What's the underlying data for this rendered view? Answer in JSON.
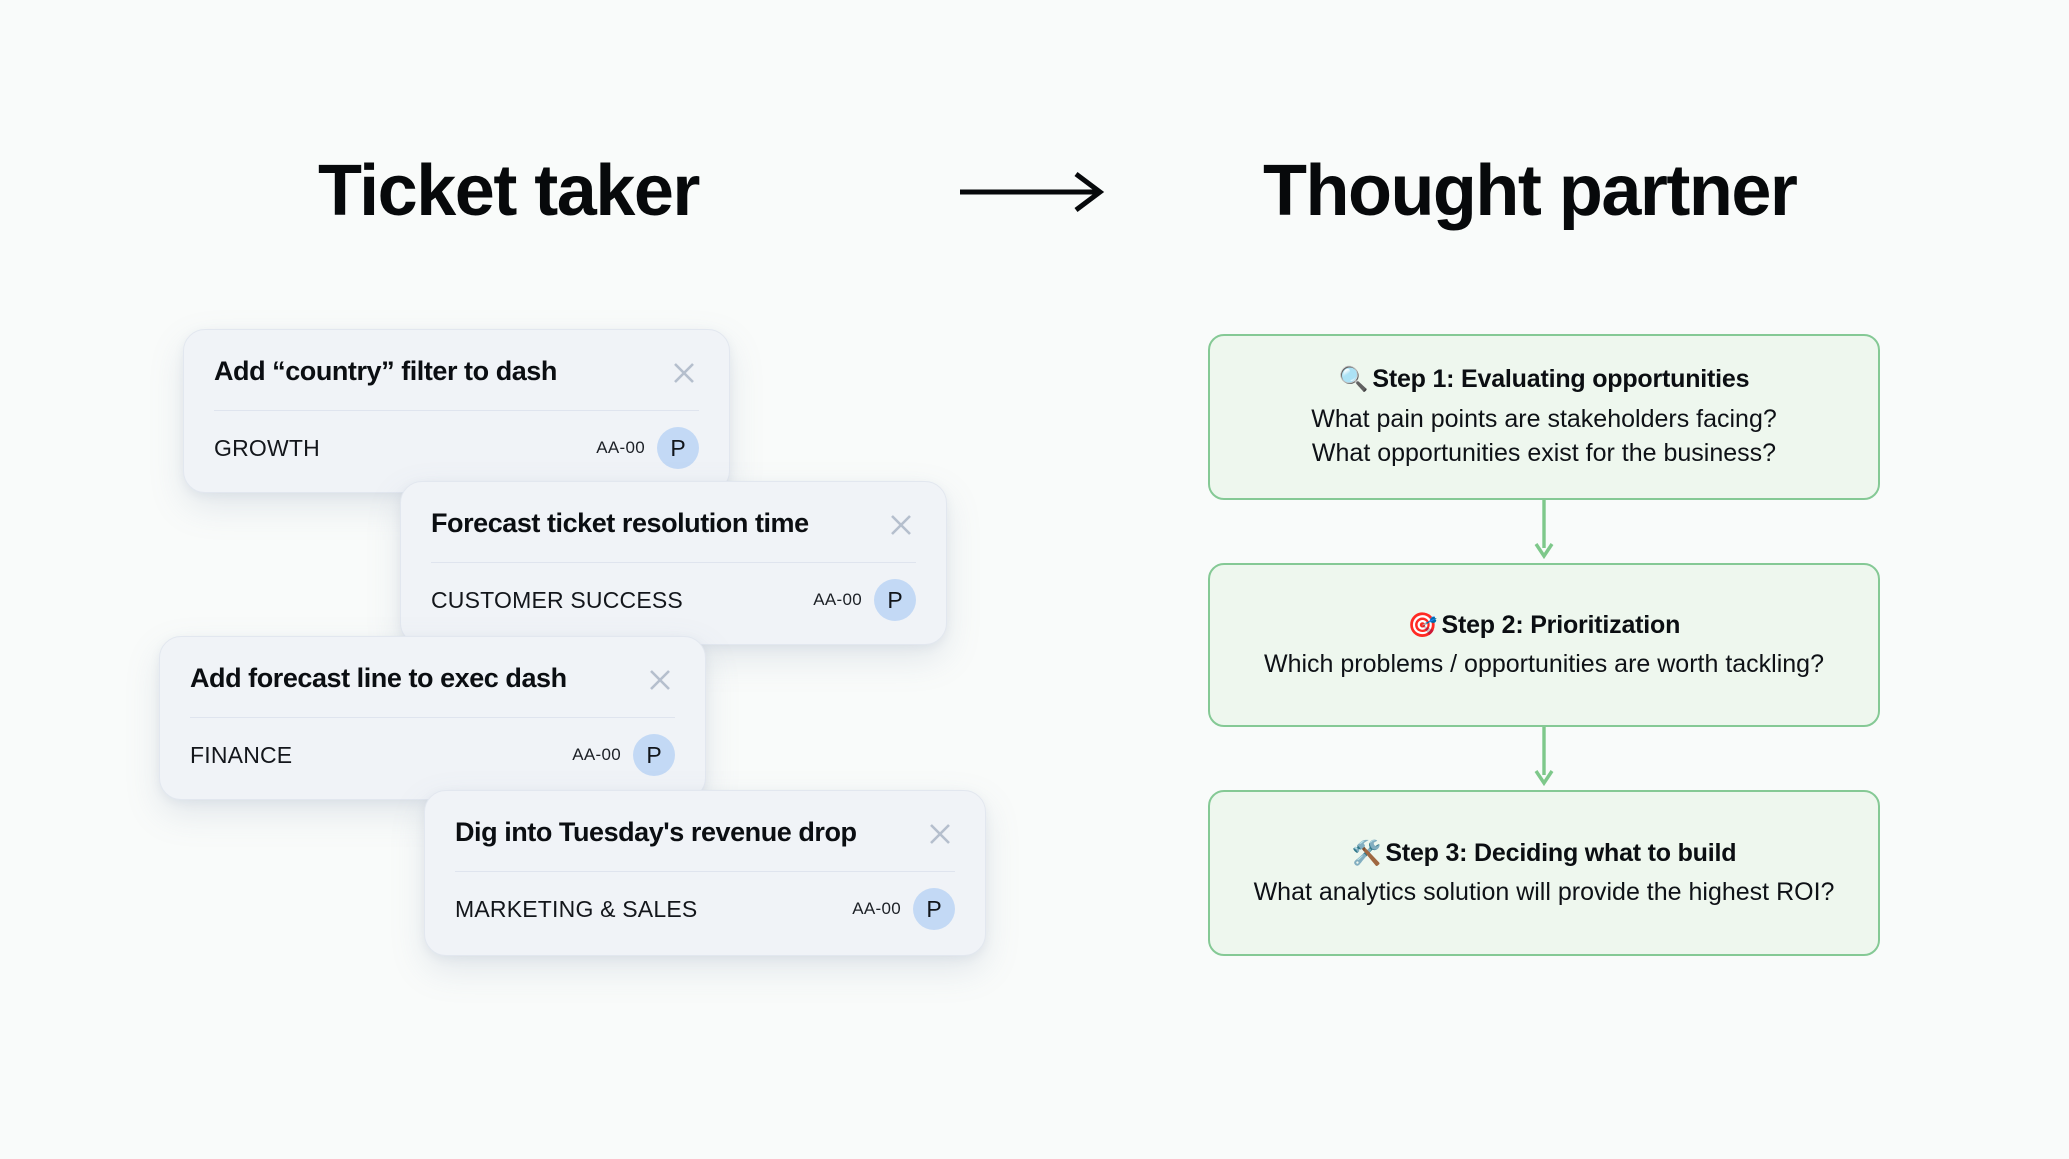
{
  "headings": {
    "left": "Ticket taker",
    "right": "Thought partner",
    "arrow_icon": "long-right-arrow-icon"
  },
  "colors": {
    "page_background": "#f9fbfa",
    "card_background": "#f0f3f7",
    "card_border": "#e2e7ef",
    "card_divider": "#dfe4ee",
    "avatar_background": "#c3d9f5",
    "step_background": "#eef7ee",
    "step_border": "#85c995",
    "connector_arrow": "#7ec88a",
    "heading_text": "#07090b"
  },
  "tickets": [
    {
      "title": "Add “country” filter to dash",
      "team": "GROWTH",
      "code": "AA-00",
      "avatar": "P",
      "close_icon": "close-icon"
    },
    {
      "title": "Forecast ticket resolution time",
      "team": "CUSTOMER SUCCESS",
      "code": "AA-00",
      "avatar": "P",
      "close_icon": "close-icon"
    },
    {
      "title": "Add forecast line to exec dash",
      "team": "FINANCE",
      "code": "AA-00",
      "avatar": "P",
      "close_icon": "close-icon"
    },
    {
      "title": "Dig into Tuesday's revenue drop",
      "team": "MARKETING & SALES",
      "code": "AA-00",
      "avatar": "P",
      "close_icon": "close-icon"
    }
  ],
  "steps": [
    {
      "emoji": "🔍",
      "emoji_name": "magnifying-glass-icon",
      "title": "Step 1: Evaluating opportunities",
      "line1": "What pain points are stakeholders facing?",
      "line2": "What opportunities exist for the business?"
    },
    {
      "emoji": "🎯",
      "emoji_name": "dart-target-icon",
      "title": "Step 2: Prioritization",
      "line1": "Which problems / opportunities are worth tackling?",
      "line2": ""
    },
    {
      "emoji": "🛠️",
      "emoji_name": "hammer-and-wrench-icon",
      "title": "Step 3: Deciding what to build",
      "line1": "What analytics solution will provide the highest ROI?",
      "line2": ""
    }
  ]
}
